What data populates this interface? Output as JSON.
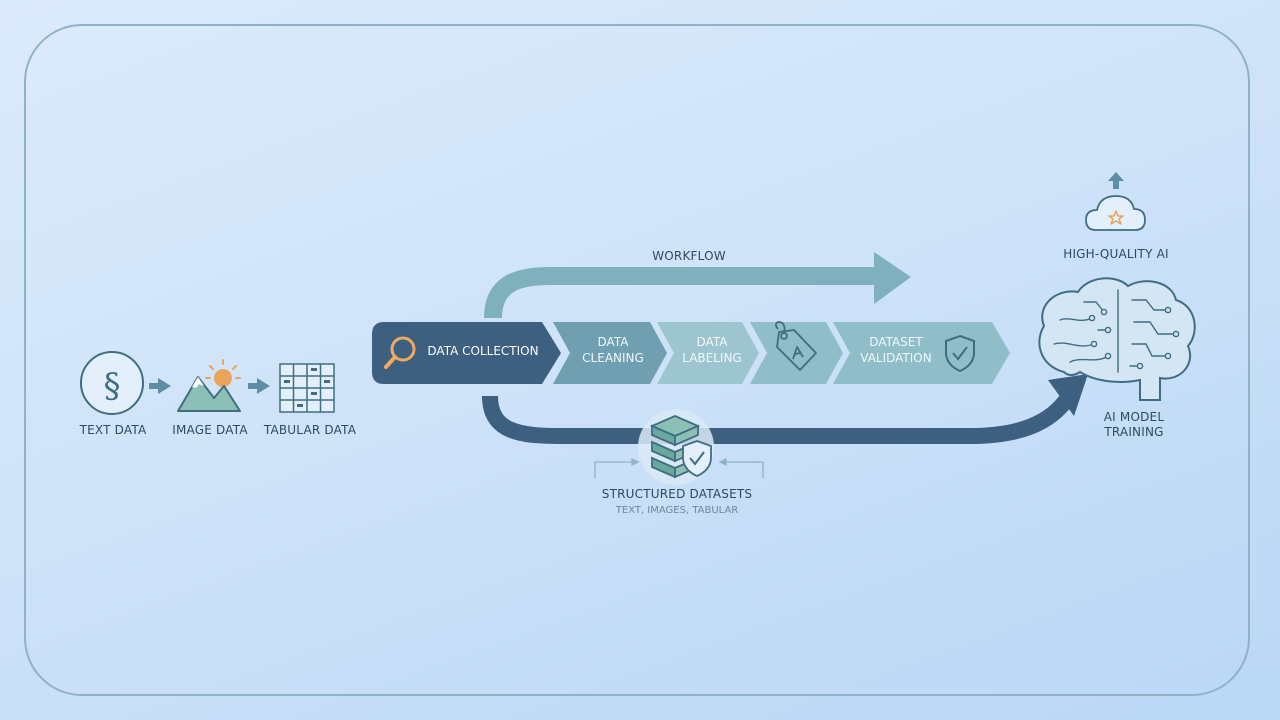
{
  "inputs": {
    "text_label": "TEXT DATA",
    "image_label": "IMAGE DATA",
    "tabular_label": "TABULAR DATA",
    "text_symbol": "§"
  },
  "workflow": {
    "title": "WORKFLOW",
    "stages": [
      {
        "line1": "DATA COLLECTION",
        "line2": ""
      },
      {
        "line1": "DATA",
        "line2": "CLEANING"
      },
      {
        "line1": "DATA",
        "line2": "LABELING"
      },
      {
        "line1": "DATASET",
        "line2": "VALIDATION"
      }
    ]
  },
  "datasets": {
    "title": "STRUCTURED DATASETS",
    "subtitle": "TEXT, IMAGES, TABULAR"
  },
  "output": {
    "quality_label": "HIGH-QUALITY AI",
    "training_line1": "AI MODEL",
    "training_line2": "TRAINING"
  },
  "colors": {
    "dark_navy": "#3d5f80",
    "teal": "#7fb0be",
    "teal_light": "#9cc5cf",
    "icon_stroke": "#3f6e83",
    "accent_orange": "#e9a45a"
  }
}
